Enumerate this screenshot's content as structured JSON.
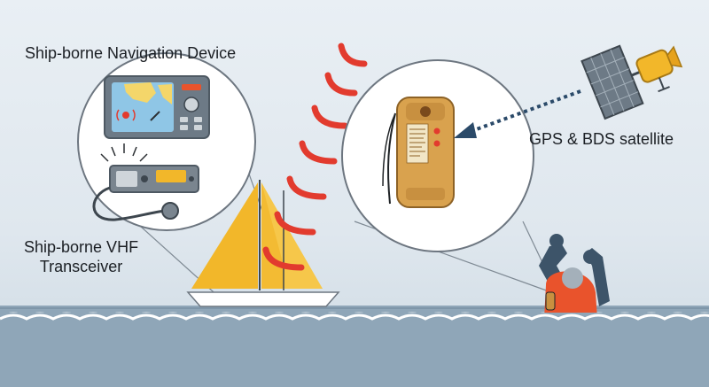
{
  "labels": {
    "navigation_device": "Ship-borne Navigation Device",
    "vhf_line1": "Ship-borne VHF",
    "vhf_line2": "Transceiver",
    "satellite": "GPS & BDS satellite"
  },
  "colors": {
    "sky": "#e3eaf0",
    "water": "#8fa6b8",
    "wave": "#ffffff",
    "signal": "#e23b2e",
    "sail": "#f2b72a",
    "device_body": "#d9a24e",
    "satellite_body": "#f2b72a",
    "life_vest": "#e9532c",
    "callout_line": "#7f8a94"
  },
  "icons": {
    "satellite": "satellite-icon",
    "sailboat": "sailboat-icon",
    "person": "person-in-water-icon",
    "beacon": "personal-locator-beacon-icon",
    "chartplotter": "chartplotter-icon",
    "vhf_radio": "vhf-radio-icon"
  }
}
